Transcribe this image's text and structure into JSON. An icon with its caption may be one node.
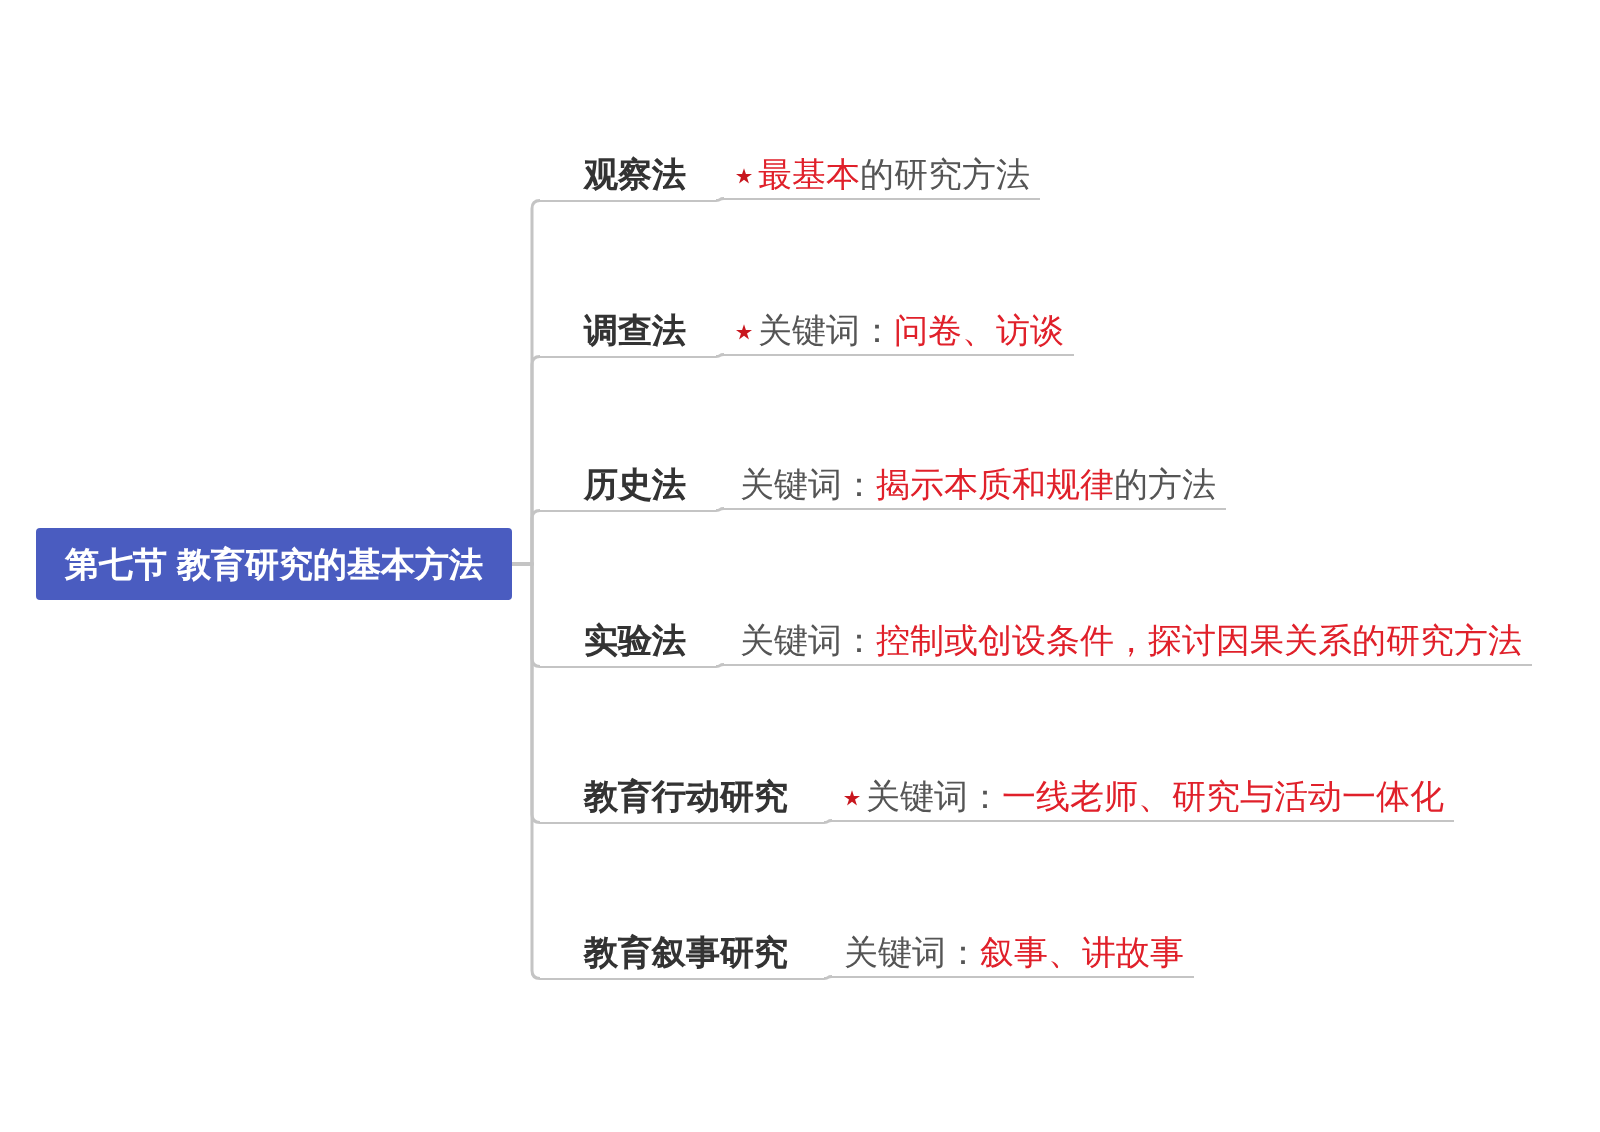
{
  "diagram": {
    "nodes": [
      {
        "text": [
          "第七节 教育研究的基本方法"
        ]
      },
      {
        "text": [
          "观察法"
        ]
      },
      {
        "text": [
          "最基本",
          "的研究方法"
        ]
      },
      {
        "text": [
          "调查法"
        ]
      },
      {
        "text": [
          "关键词：",
          "问卷、访谈"
        ]
      },
      {
        "text": [
          "历史法"
        ]
      },
      {
        "text": [
          "关键词：",
          "揭示本质和规律",
          "的方法"
        ]
      },
      {
        "text": [
          "实验法"
        ]
      },
      {
        "text": [
          "关键词：",
          "控制或创设条件，探讨因果关系的研究方法"
        ]
      },
      {
        "text": [
          "教育行动研究"
        ]
      },
      {
        "text": [
          "关键词：",
          "一线老师、研究与活动一体化"
        ]
      },
      {
        "text": [
          "教育叙事研究"
        ]
      },
      {
        "text": [
          "关键词：",
          "叙事、讲故事"
        ]
      }
    ],
    "edges": [
      {
        "from": 0,
        "to": 1,
        "arrow": "none"
      },
      {
        "from": 1,
        "to": 2,
        "arrow": "none"
      },
      {
        "from": 0,
        "to": 3,
        "arrow": "none"
      },
      {
        "from": 3,
        "to": 4,
        "arrow": "none"
      },
      {
        "from": 0,
        "to": 5,
        "arrow": "none"
      },
      {
        "from": 5,
        "to": 6,
        "arrow": "none"
      },
      {
        "from": 0,
        "to": 7,
        "arrow": "none"
      },
      {
        "from": 7,
        "to": 8,
        "arrow": "none"
      },
      {
        "from": 0,
        "to": 9,
        "arrow": "none"
      },
      {
        "from": 9,
        "to": 10,
        "arrow": "none"
      },
      {
        "from": 0,
        "to": 11,
        "arrow": "none"
      },
      {
        "from": 11,
        "to": 12,
        "arrow": "none"
      }
    ]
  }
}
